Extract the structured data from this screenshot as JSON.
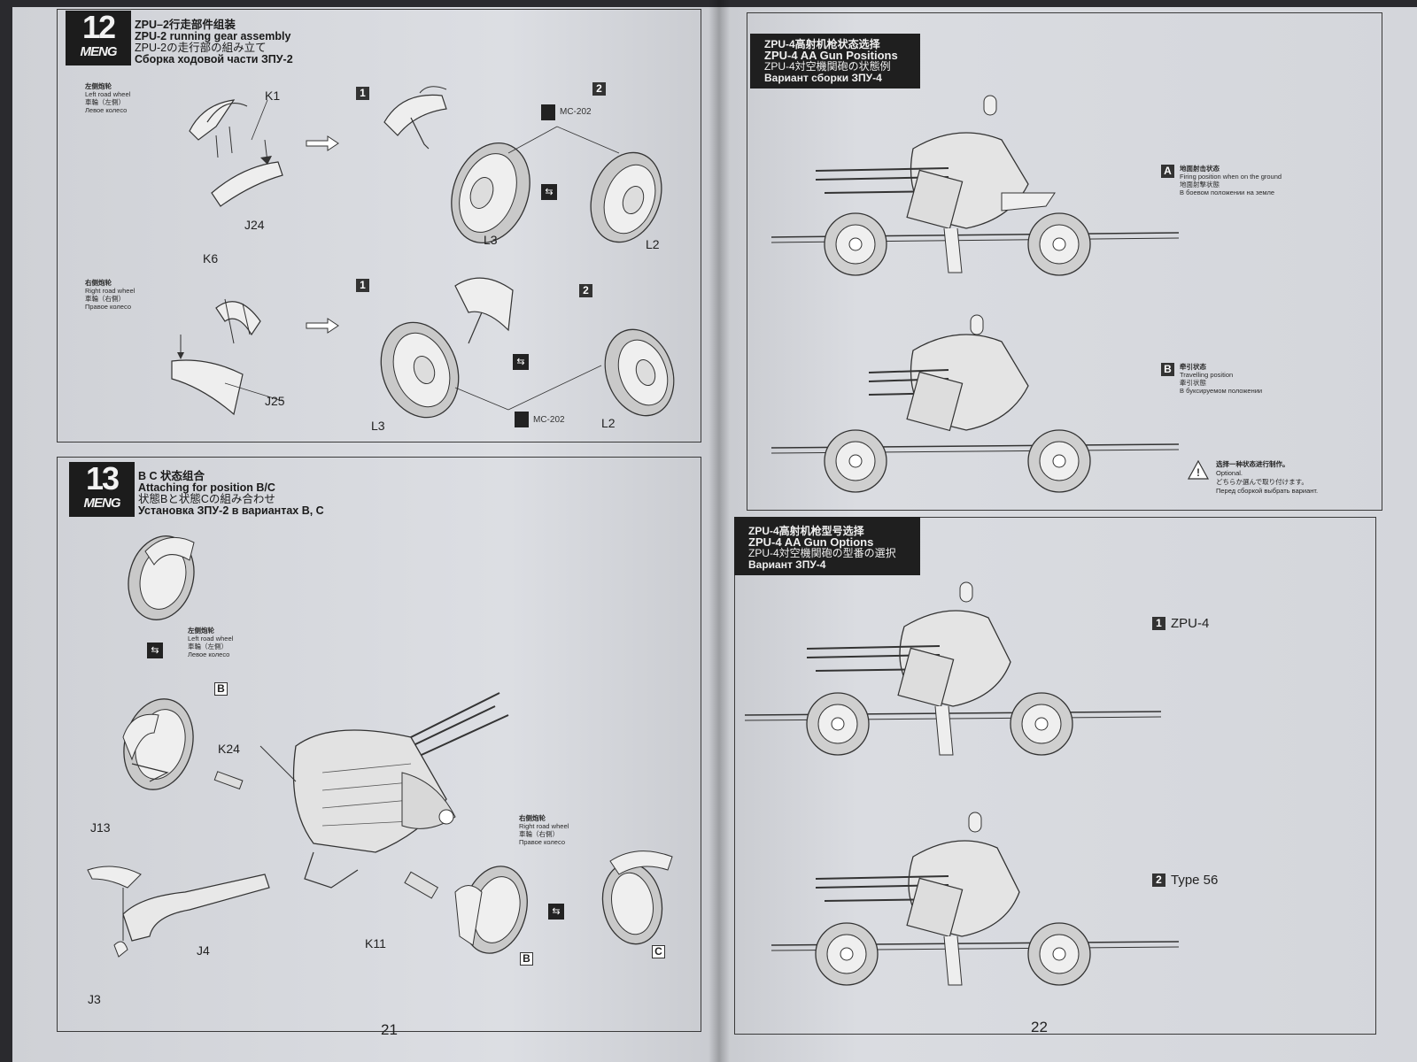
{
  "left_page": {
    "page_number": "21",
    "step12": {
      "number": "12",
      "brand": "MENG",
      "title_zh": "ZPU–2行走部件组装",
      "title_en": "ZPU-2 running gear assembly",
      "title_ja": "ZPU-2の走行部の組み立て",
      "title_ru": "Сборка ходовой части ЗПУ-2",
      "left_wheel": {
        "zh": "左侧炮轮",
        "en": "Left road wheel",
        "ja": "車輪（左側）",
        "ru": "Левое колесо"
      },
      "right_wheel": {
        "zh": "右侧炮轮",
        "en": "Right road wheel",
        "ja": "車輪（右側）",
        "ru": "Правое колесо"
      },
      "parts": {
        "k1": "K1",
        "j24": "J24",
        "l3_top": "L3",
        "l2_top": "L2",
        "k6": "K6",
        "j25": "J25",
        "l3_bottom": "L3",
        "l2_bottom": "L2"
      },
      "substeps": {
        "top1": "1",
        "top2": "2",
        "bottom1": "1",
        "bottom2": "2"
      },
      "glue_top": "MC-202",
      "glue_bottom": "MC-202"
    },
    "step13": {
      "number": "13",
      "brand": "MENG",
      "title_zh": "B C 状态组合",
      "title_en": "Attaching for position B/C",
      "title_ja": "状態Bと状態Cの組み合わせ",
      "title_ru": "Установка ЗПУ-2 в вариантах B, C",
      "left_wheel": {
        "zh": "左侧炮轮",
        "en": "Left road wheel",
        "ja": "車輪（左側）",
        "ru": "Левое колесо"
      },
      "right_wheel": {
        "zh": "右侧炮轮",
        "en": "Right road wheel",
        "ja": "車輪（右側）",
        "ru": "Правое колесо"
      },
      "parts": {
        "k24": "K24",
        "j13": "J13",
        "j4": "J4",
        "j3": "J3",
        "k11": "K11"
      },
      "marks": {
        "b_top": "B",
        "b_bottom": "B",
        "c": "C"
      }
    }
  },
  "right_page": {
    "page_number": "22",
    "positions": {
      "title_zh": "ZPU-4高射机枪状态选择",
      "title_en": "ZPU-4 AA Gun Positions",
      "title_ja": "ZPU-4対空機関砲の状態例",
      "title_ru": "Вариант сборки ЗПУ-4",
      "a": {
        "mark": "A",
        "zh": "地面射击状态",
        "en": "Firing position when on the ground",
        "ja": "地面射撃状態",
        "ru": "В боевом положении на земле"
      },
      "b": {
        "mark": "B",
        "zh": "牵引状态",
        "en": "Travelling position",
        "ja": "牽引状態",
        "ru": "В буксируемом положении"
      },
      "note": {
        "zh": "选择一种状态进行制作。",
        "en": "Optional.",
        "ja": "どちらか選んで取り付けます。",
        "ru": "Перед сборкой выбрать вариант."
      }
    },
    "options": {
      "title_zh": "ZPU-4高射机枪型号选择",
      "title_en": "ZPU-4 AA Gun Options",
      "title_ja": "ZPU-4対空機関砲の型番の選択",
      "title_ru": "Вариант ЗПУ-4",
      "opt1": {
        "num": "1",
        "label": "ZPU-4"
      },
      "opt2": {
        "num": "2",
        "label": "Type 56"
      }
    }
  }
}
